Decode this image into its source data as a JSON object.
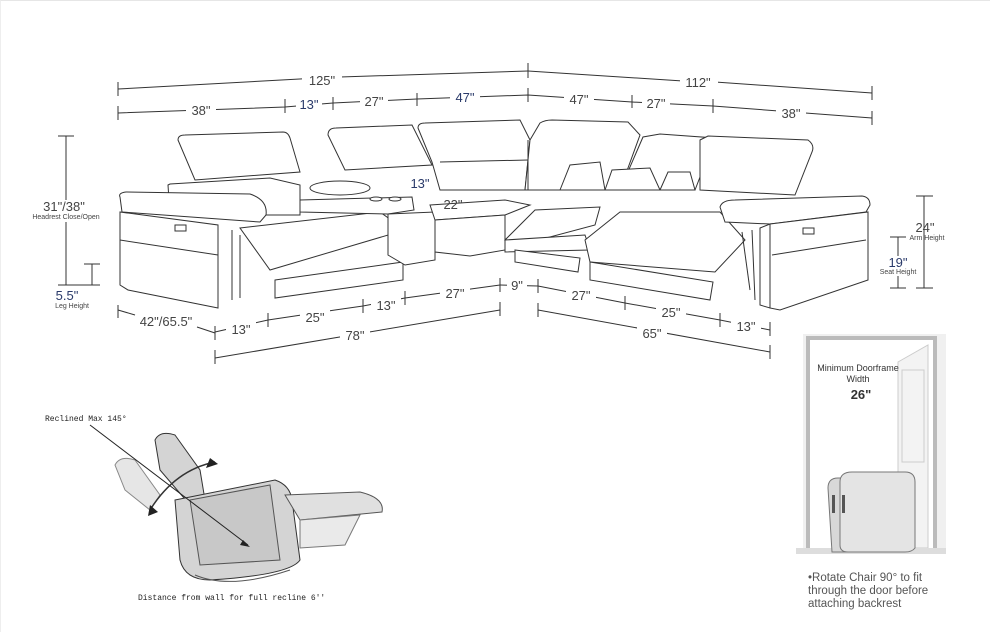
{
  "top_dimensions": {
    "overall_left": "125\"",
    "overall_right": "112\"",
    "segments": [
      "38\"",
      "13\"",
      "27\"",
      "47\"",
      "47\"",
      "27\"",
      "38\""
    ]
  },
  "console_dimensions": {
    "console_height": "13\"",
    "console_depth": "22\""
  },
  "left_side": {
    "height_value": "31\"/38\"",
    "height_label": "Headrest Close/Open",
    "leg_value": "5.5\"",
    "leg_label": "Leg Height",
    "depth_value": "42\"/65.5\""
  },
  "right_side": {
    "arm_value": "24\"",
    "arm_label": "Arm Height",
    "seat_value": "19\"",
    "seat_label": "Seat Height"
  },
  "bottom_dimensions": {
    "left_segments": [
      "13\"",
      "25\"",
      "13\"",
      "27\""
    ],
    "gap": "9\"",
    "right_segments": [
      "27\"",
      "25\"",
      "13\""
    ],
    "left_total": "78\"",
    "right_total": "65\""
  },
  "recliner": {
    "max_label": "Reclined Max 145°",
    "wall_label": "Distance from wall for full recline 6''"
  },
  "doorframe": {
    "title_line1": "Minimum Doorframe",
    "title_line2": "Width",
    "width_value": "26\"",
    "note_lines": [
      "•Rotate Chair 90° to fit",
      "through the door before",
      "attaching backrest"
    ]
  }
}
